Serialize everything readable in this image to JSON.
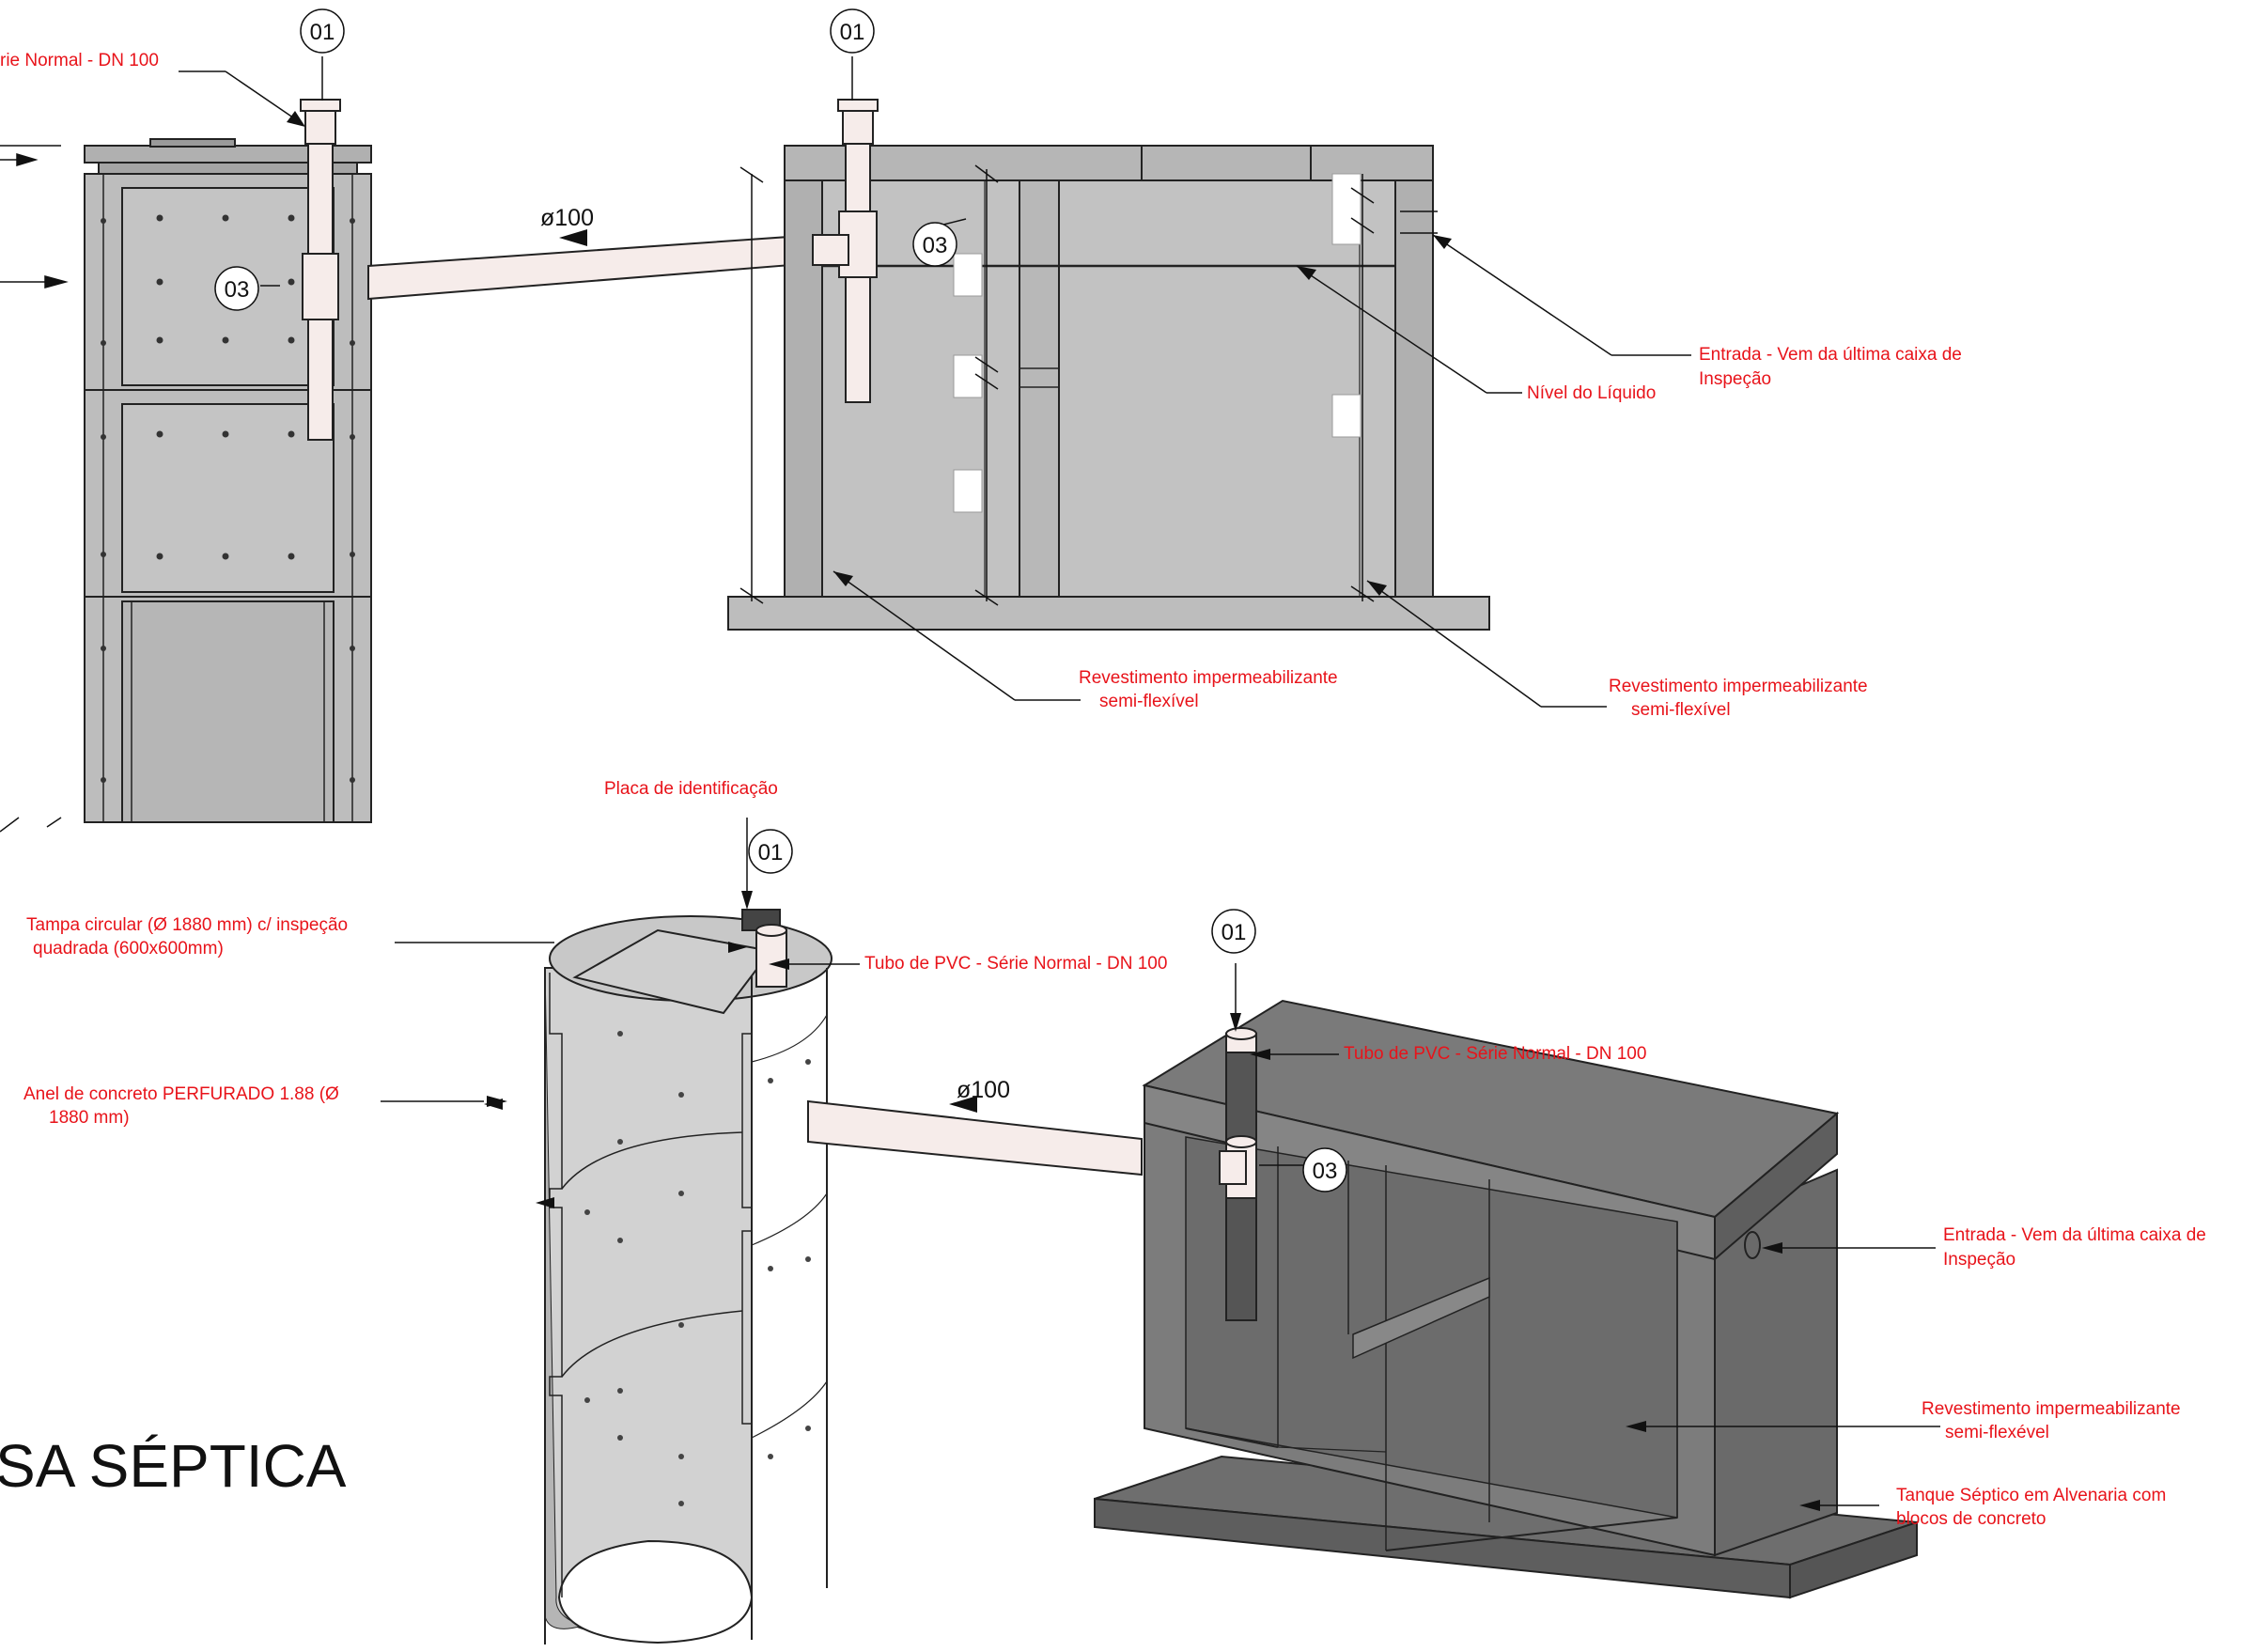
{
  "labels": {
    "tubo_top_left": "rie Normal - DN 100",
    "diam_top": "ø100",
    "entrada_top_l1": "Entrada - Vem da última caixa de",
    "entrada_top_l2": "Inspeção",
    "nivel_liquido": "Nível do Líquido",
    "rev_top_a_l1": "Revestimento impermeabilizante",
    "rev_top_a_l2": "semi-flexível",
    "rev_top_b_l1": "Revestimento impermeabilizante",
    "rev_top_b_l2": "semi-flexível",
    "placa": "Placa de identificação",
    "tampa_l1": "Tampa circular (Ø 1880 mm) c/ inspeção",
    "tampa_l2": "quadrada (600x600mm)",
    "tubo_iso_a": "Tubo de PVC - Série Normal - DN 100",
    "anel_l1": "Anel de concreto PERFURADO 1.88 (Ø",
    "anel_l2": "1880 mm)",
    "diam_iso": "ø100",
    "tubo_iso_b": "Tubo de PVC - Série Normal - DN 100",
    "entrada_iso_l1": "Entrada - Vem da última caixa de",
    "entrada_iso_l2": "Inspeção",
    "rev_iso_l1": "Revestimento impermeabilizante",
    "rev_iso_l2": "semi-flexével",
    "tanque_l1": "Tanque Séptico em Alvenaria com",
    "tanque_l2": "blocos de concreto",
    "title": "SA SÉPTICA"
  },
  "bubbles": {
    "b1": "01",
    "b2": "01",
    "b3": "03",
    "b4": "03",
    "b5": "01",
    "b6": "01",
    "b7": "03"
  },
  "colors": {
    "label": "#e8131a",
    "concrete": "#bdbdbd",
    "concrete_dark": "#9a9a9a",
    "tank_iso": "#7a7a7a",
    "pipe": "#f6ecea"
  }
}
